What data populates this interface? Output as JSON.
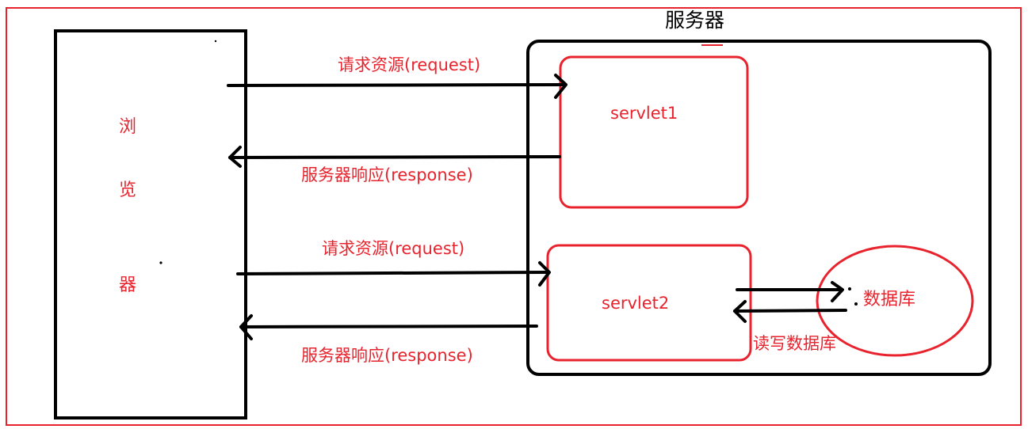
{
  "server_title": "服务器",
  "browser": {
    "chars": [
      "浏",
      "览",
      "器"
    ]
  },
  "servlets": [
    {
      "name": "servlet1"
    },
    {
      "name": "servlet2"
    }
  ],
  "database": {
    "label": "数据库"
  },
  "arrows": {
    "request_1": "请求资源(request)",
    "response_1": "服务器响应(response)",
    "request_2": "请求资源(request)",
    "response_2": "服务器响应(response)",
    "db_readwrite": "读写数据库"
  },
  "colors": {
    "accent": "#e8232d",
    "line": "#000000",
    "background": "#ffffff"
  }
}
